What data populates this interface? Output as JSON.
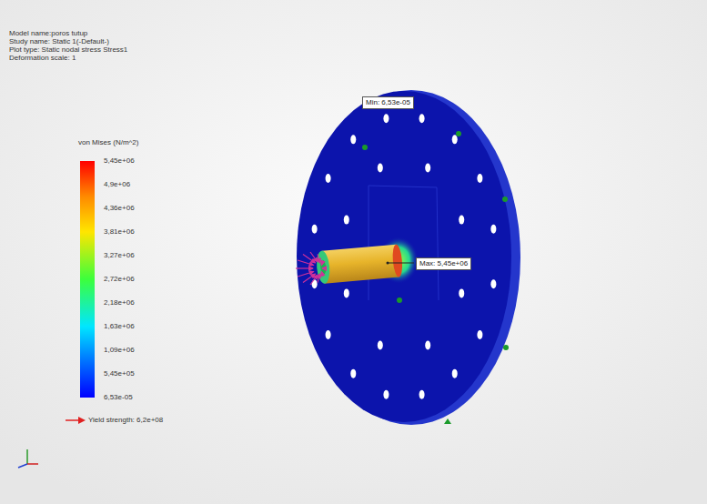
{
  "diagram": {
    "nodes": [
      {
        "text": [
          "Min: 6,53e-05"
        ]
      },
      {
        "text": [
          "Max: 5,45e+06"
        ]
      }
    ],
    "labels": [
      "Model name:poros tutup",
      "Study name: Static 1(-Default-)",
      "Plot type: Static nodal stress Stress1",
      "Deformation scale: 1",
      "von Mises (N/m^2)",
      "5,45e+06",
      "4,9e+06",
      "4,36e+06",
      "3,81e+06",
      "3,27e+06",
      "2,72e+06",
      "2,18e+06",
      "1,63e+06",
      "1,09e+06",
      "5,45e+05",
      "6,53e-05",
      "Yield strength: 6,2e+08"
    ]
  }
}
